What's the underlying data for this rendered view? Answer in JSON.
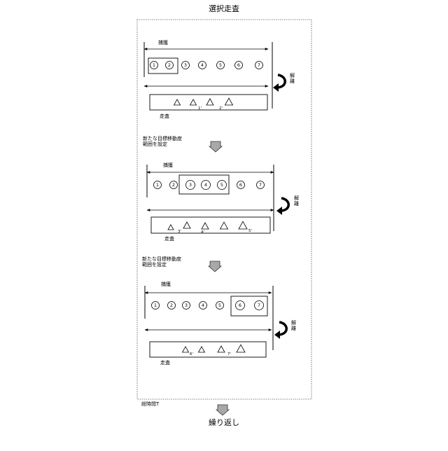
{
  "title": "選択走査",
  "total_time_label": "総時間T",
  "repeat_label": "繰り返し",
  "capture_label": "捕獲",
  "release_label": "解離",
  "scan_label": "走査",
  "next_range_label": "新たな目標移動度\n範囲を設定",
  "stages": [
    {
      "positions": [
        "1",
        "2",
        "3",
        "4",
        "5",
        "6",
        "7"
      ],
      "captured": [
        "1",
        "2"
      ],
      "peak_labels": [
        "1'",
        "2'"
      ]
    },
    {
      "positions": [
        "1",
        "2",
        "3",
        "4",
        "5",
        "6",
        "7"
      ],
      "captured": [
        "3",
        "4",
        "5"
      ],
      "peak_labels": [
        "3'",
        "4'",
        "5'"
      ]
    },
    {
      "positions": [
        "1",
        "2",
        "3",
        "4",
        "5",
        "6",
        "7"
      ],
      "captured": [
        "6",
        "7"
      ],
      "peak_labels": [
        "6'",
        "7'"
      ]
    }
  ],
  "colors": {
    "line": "#000000",
    "arrow_fill": "#a8a8a8",
    "frame": "#555555"
  }
}
